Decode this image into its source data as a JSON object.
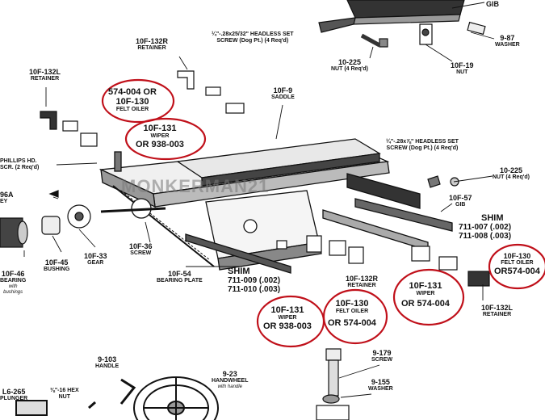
{
  "colors": {
    "ink": "#111111",
    "circle": "#c0101a",
    "watermark": "#7a7a7a"
  },
  "watermark": "MONKERMAN21",
  "parts": {
    "gib_top": {
      "name": "GIB"
    },
    "set_screw_top": {
      "desc": "¼\"-.28x25/32\" HEADLESS SET",
      "desc2": "SCREW (Dog Pt.) (4 Req'd)"
    },
    "washer": {
      "code": "9-87",
      "name": "WASHER"
    },
    "nut_top": {
      "code": "10-225",
      "name": "NUT (4 Req'd)"
    },
    "nut_19": {
      "code": "10F-19",
      "name": "NUT"
    },
    "retainer_132r_top": {
      "code": "10F-132R",
      "name": "RETAINER"
    },
    "retainer_132l_top": {
      "code": "10F-132L",
      "name": "RETAINER"
    },
    "saddle": {
      "code": "10F-9",
      "name": "SADDLE"
    },
    "phillips": {
      "line1": "PHILLIPS HD.",
      "line2": "SCR. (2 Req'd)"
    },
    "key": {
      "code": "96A",
      "name": "EY"
    },
    "set_screw_right": {
      "desc": "¼\"-.28x⅞\" HEADLESS SET",
      "desc2": "SCREW (Dog Pt.) (4 Req'd)"
    },
    "nut_right": {
      "code": "10-225",
      "name": "NUT (4 Req'd)"
    },
    "gib_57": {
      "code": "10F-57",
      "name": "GIB"
    },
    "shim_right": {
      "title": "SHIM",
      "l1": "711-007 (.002)",
      "l2": "711-008 (.003)"
    },
    "felt_oiler_right": {
      "code": "10F-130",
      "name": "FELT OILER"
    },
    "wiper_right": {
      "code": "10F-131",
      "name": "WIPER"
    },
    "retainer_132l_right": {
      "code": "10F-132L",
      "name": "RETAINER"
    },
    "bearing": {
      "code": "10F-46",
      "name": "BEARING",
      "note1": "with",
      "note2": "bushings"
    },
    "bushing": {
      "code": "10F-45",
      "name": "BUSHING"
    },
    "gear": {
      "code": "10F-33",
      "name": "GEAR"
    },
    "screw_36": {
      "code": "10F-36",
      "name": "SCREW"
    },
    "bearing_plate": {
      "code": "10F-54",
      "name": "BEARING PLATE"
    },
    "shim_mid": {
      "title": "SHIM",
      "l1": "711-009 (.002)",
      "l2": "711-010 (.003)"
    },
    "retainer_132r_mid": {
      "code": "10F-132R",
      "name": "RETAINER"
    },
    "screw_179": {
      "code": "9-179",
      "name": "SCREW"
    },
    "washer_155": {
      "code": "9-155",
      "name": "WASHER"
    },
    "handle": {
      "code": "9-103",
      "name": "HANDLE"
    },
    "handwheel": {
      "code": "9-23",
      "name": "HANDWHEEL",
      "note": "with handle"
    },
    "plunger": {
      "code": "L6-265",
      "name": "PLUNGER"
    },
    "hex_nut": {
      "code": "⅜\"-16 HEX",
      "name": "NUT"
    }
  },
  "annotations": {
    "felt_oiler_top": {
      "alt": "574-004 OR",
      "code": "10F-130",
      "name": "FELT OILER"
    },
    "wiper_top": {
      "code": "10F-131",
      "name": "WIPER",
      "alt": "OR 938-003"
    },
    "wiper_mid": {
      "code": "10F-131",
      "name": "WIPER",
      "alt": "OR 938-003"
    },
    "felt_oiler_mid": {
      "code": "10F-130",
      "name": "FELT OILER",
      "alt": "OR 574-004"
    },
    "wiper_right": {
      "alt": "OR 574-004"
    },
    "felt_oiler_right": {
      "alt": "OR574-004"
    }
  }
}
